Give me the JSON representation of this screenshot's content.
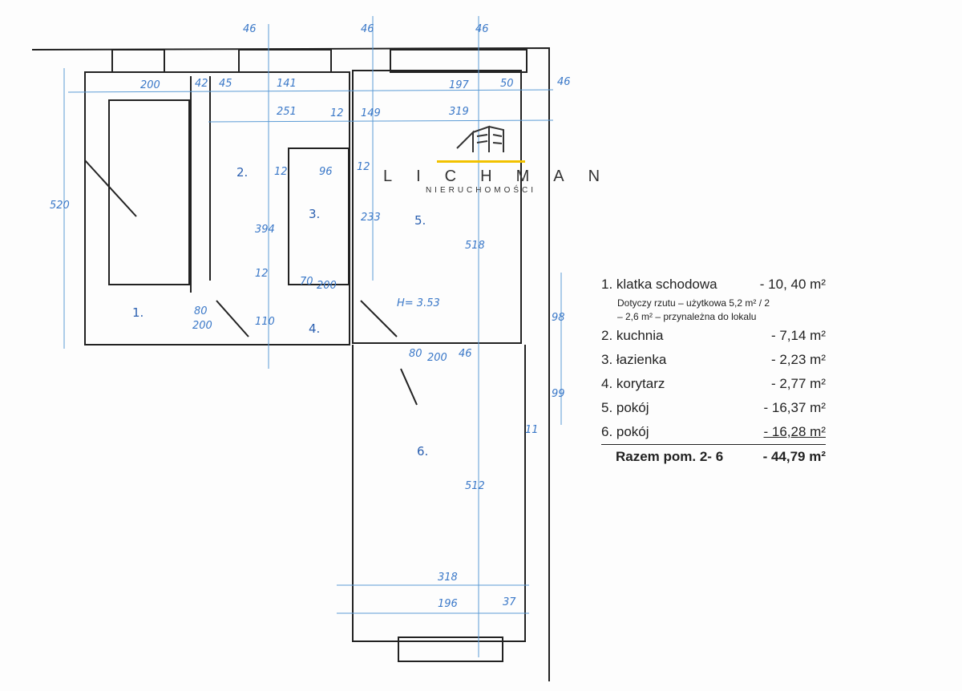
{
  "logo": {
    "name": "LICHMAN",
    "sub": "NIERUCHOMOŚCI",
    "accent": "#f2c200"
  },
  "rooms": [
    "1.",
    "2.",
    "3.",
    "4.",
    "5.",
    "6."
  ],
  "dims": [
    "200",
    "42",
    "45",
    "141",
    "197",
    "50",
    "46",
    "251",
    "12",
    "149",
    "319",
    "46",
    "46",
    "46",
    "12",
    "96",
    "12",
    "233",
    "394",
    "518",
    "520",
    "12",
    "110",
    "70",
    "200",
    "80",
    "200",
    "H= 3.53",
    "80",
    "200",
    "46",
    "98",
    "99",
    "11",
    "512",
    "318",
    "196",
    "37"
  ],
  "legend": {
    "items": [
      {
        "label": "1. klatka  schodowa",
        "value": "- 10, 40 m²"
      },
      {
        "label": "2. kuchnia",
        "value": "-   7,14 m²"
      },
      {
        "label": "3. łazienka",
        "value": "-  2,23 m²"
      },
      {
        "label": "4. korytarz",
        "value": "-  2,77 m²"
      },
      {
        "label": "5. pokój",
        "value": "- 16,37 m²"
      },
      {
        "label": "6. pokój",
        "value": "- 16,28 m²"
      }
    ],
    "note1": "Dotyczy rzutu – użytkowa 5,2 m² / 2",
    "note2": "– 2,6 m² – przynależna do lokalu",
    "total_label": "Razem pom. 2- 6",
    "total_value": "- 44,79 m²"
  }
}
